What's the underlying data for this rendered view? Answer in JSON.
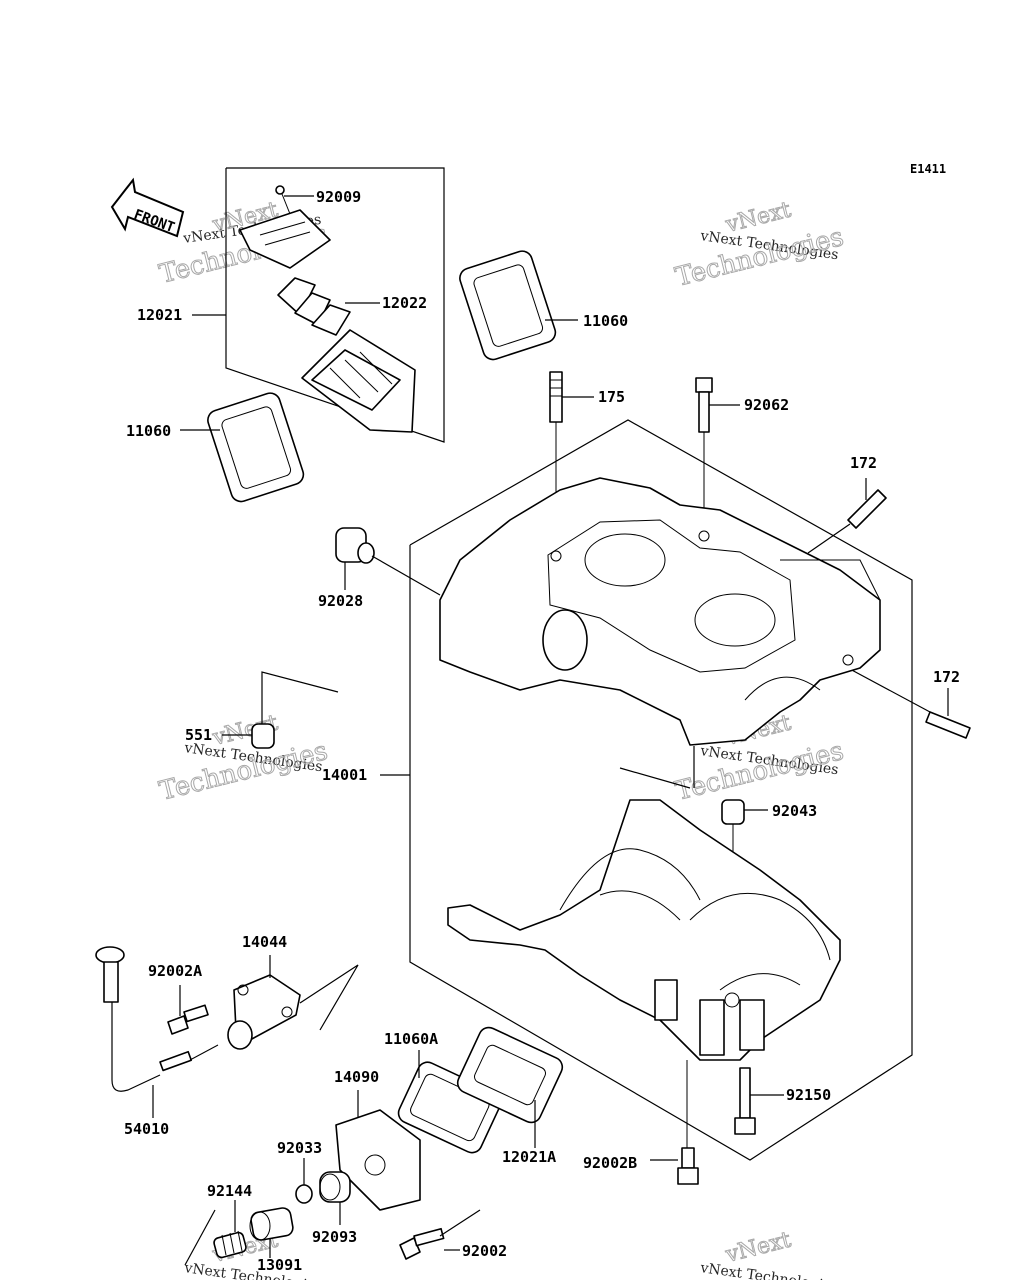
{
  "diagram_code": "E1411",
  "front_label": "FRONT",
  "watermark": {
    "line1": "vNext Technologies",
    "big1": "vNext",
    "big2": "Technologies"
  },
  "parts": {
    "p92009": "92009",
    "p12021": "12021",
    "p12022": "12022",
    "p11060_top": "11060",
    "p11060_left": "11060",
    "p175": "175",
    "p92062": "92062",
    "p172_top": "172",
    "p172_right": "172",
    "p92028": "92028",
    "p551": "551",
    "p14001": "14001",
    "p92043": "92043",
    "p14044": "14044",
    "p92002A": "92002A",
    "p11060A": "11060A",
    "p14090": "14090",
    "p92150": "92150",
    "p54010": "54010",
    "p92033": "92033",
    "p12021A": "12021A",
    "p92002B": "92002B",
    "p92144": "92144",
    "p92093": "92093",
    "p92002": "92002",
    "p13091": "13091"
  }
}
